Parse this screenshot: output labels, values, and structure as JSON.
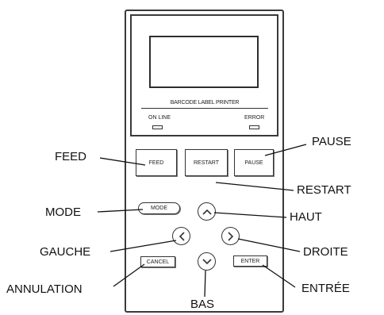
{
  "panel": {
    "printer_label": "BARCODE LABEL PRINTER",
    "led_online": "ON LINE",
    "led_error": "ERROR"
  },
  "buttons": {
    "feed": "FEED",
    "restart": "RESTART",
    "pause": "PAUSE",
    "mode": "MODE",
    "cancel": "CANCEL",
    "enter": "ENTER"
  },
  "icons": {
    "up": "chevron-up-icon",
    "left": "chevron-left-icon",
    "right": "chevron-right-icon",
    "down": "chevron-down-icon"
  },
  "callouts": {
    "feed": "FEED",
    "pause": "PAUSE",
    "restart": "RESTART",
    "mode": "MODE",
    "up": "HAUT",
    "left": "GAUCHE",
    "right": "DROITE",
    "cancel": "ANNULATION",
    "enter": "ENTRÉE",
    "down": "BAS"
  }
}
